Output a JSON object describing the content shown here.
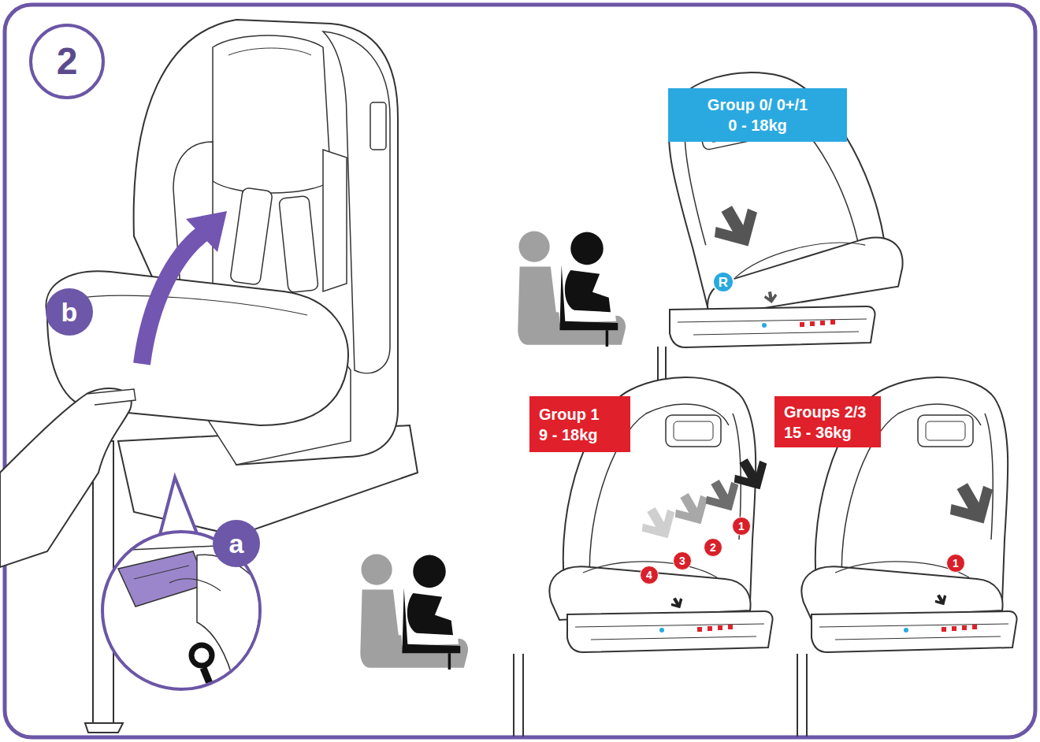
{
  "diagram": {
    "nodes": [
      {
        "text": [
          "2"
        ]
      },
      {
        "text": [
          "b"
        ]
      },
      {
        "text": [
          "a"
        ]
      },
      {
        "text": [
          "Group 0/ 0+/1",
          "0 - 18kg"
        ]
      },
      {
        "text": [
          "R"
        ]
      },
      {
        "text": [
          "Group 1",
          "9 - 18kg"
        ]
      },
      {
        "text": [
          "4"
        ]
      },
      {
        "text": [
          "3"
        ]
      },
      {
        "text": [
          "2"
        ]
      },
      {
        "text": [
          "1"
        ]
      },
      {
        "text": [
          "Groups 2/3",
          "15 - 36kg"
        ]
      },
      {
        "text": [
          "1"
        ]
      }
    ]
  }
}
